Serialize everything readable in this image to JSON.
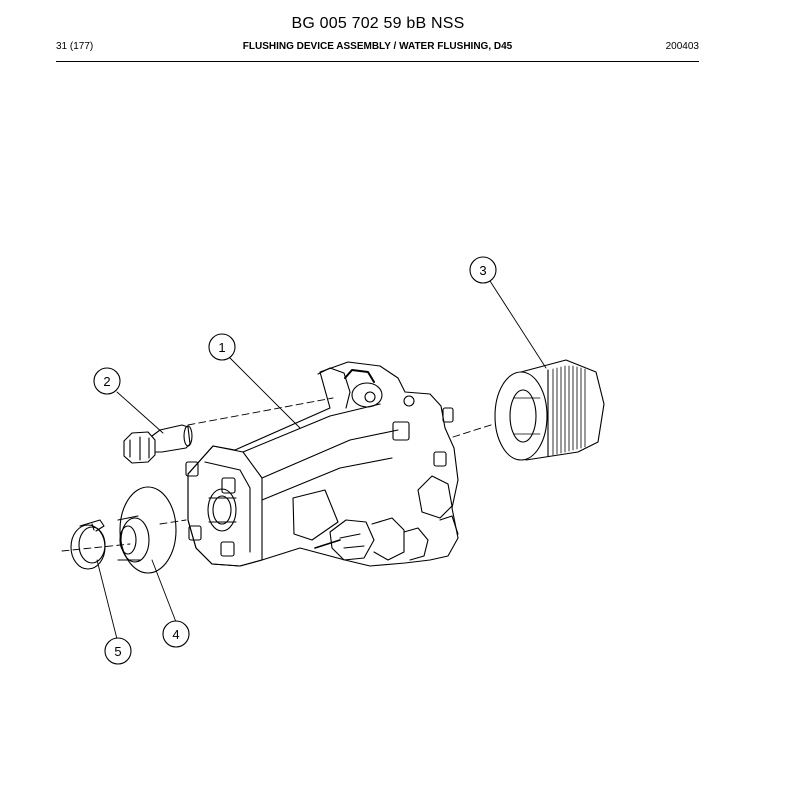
{
  "header": {
    "document_title": "BG 005 702 59 bB NSS",
    "page_number": "31 (177)",
    "section_title": "FLUSHING DEVICE ASSEMBLY / WATER FLUSHING, D45",
    "document_code": "200403"
  },
  "callouts": [
    {
      "label": "1",
      "part": "flushing-device-housing"
    },
    {
      "label": "2",
      "part": "banjo-bolt"
    },
    {
      "label": "3",
      "part": "filter-element"
    },
    {
      "label": "4",
      "part": "washer"
    },
    {
      "label": "5",
      "part": "hose-clamp"
    }
  ],
  "colors": {
    "line": "#000000",
    "background": "#ffffff"
  }
}
